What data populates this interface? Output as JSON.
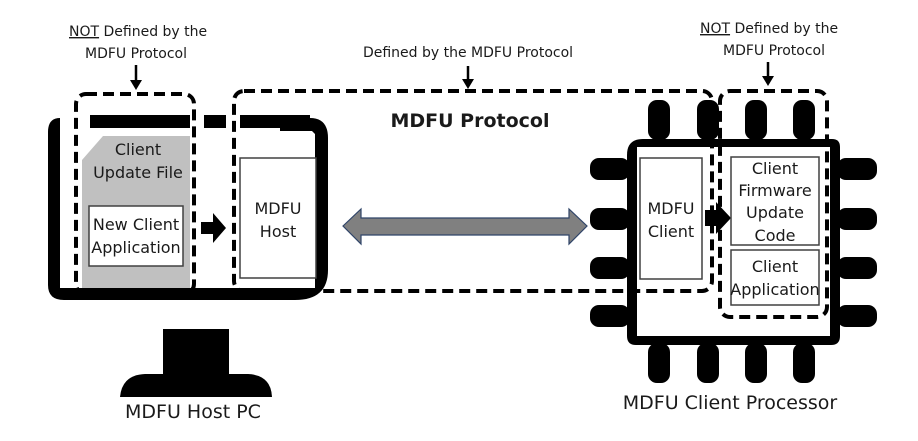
{
  "annotations": {
    "left_not_defined": {
      "line1_underlined": "NOT",
      "line1_rest": " Defined by the",
      "line2": "MDFU Protocol"
    },
    "center_defined": "Defined by the MDFU Protocol",
    "right_not_defined": {
      "line1_underlined": "NOT",
      "line1_rest": " Defined by the",
      "line2": "MDFU Protocol"
    }
  },
  "protocol_title": "MDFU Protocol",
  "host_pc": {
    "label": "MDFU Host PC",
    "update_file": {
      "line1": "Client",
      "line2": "Update File"
    },
    "new_app": {
      "line1": "New Client",
      "line2": "Application"
    },
    "host": {
      "line1": "MDFU",
      "line2": "Host"
    }
  },
  "client_processor": {
    "label": "MDFU Client Processor",
    "client": {
      "line1": "MDFU",
      "line2": "Client"
    },
    "fw_update": {
      "line1": "Client",
      "line2": "Firmware",
      "line3": "Update",
      "line4": "Code"
    },
    "client_app": {
      "line1": "Client",
      "line2": "Application"
    }
  },
  "colors": {
    "link_arrow_fill": "#808080",
    "link_arrow_stroke": "#2f4468",
    "update_file_fill": "#c0c0c0"
  }
}
